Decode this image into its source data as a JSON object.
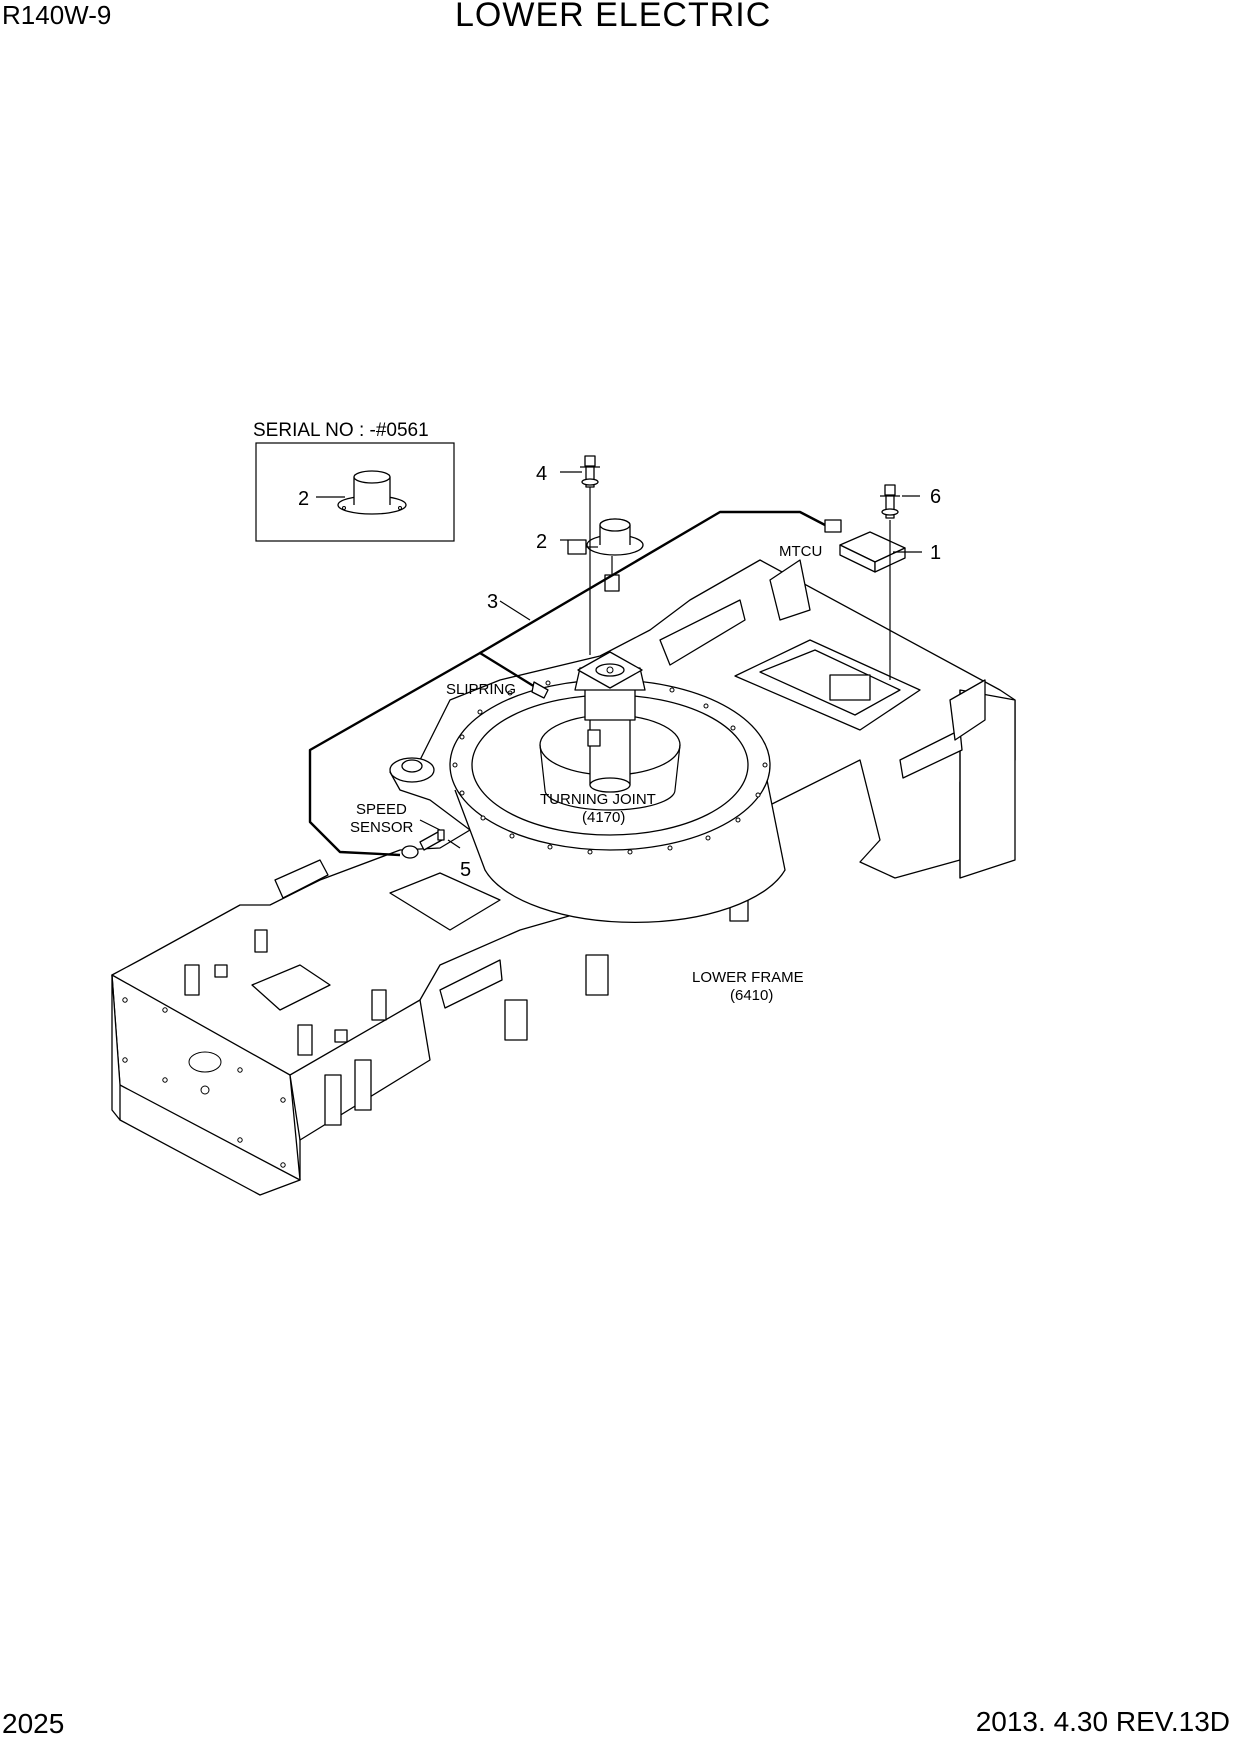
{
  "header": {
    "model": "R140W-9",
    "title": "LOWER ELECTRIC"
  },
  "footer": {
    "page_number": "2025",
    "revision": "2013. 4.30  REV.13D"
  },
  "inset": {
    "serial_label": "SERIAL NO : -#0561",
    "callout": "2"
  },
  "callouts": {
    "mtcu_num": "1",
    "slipring_num": "2",
    "harness_num": "3",
    "bolt_left_num": "4",
    "speed_sensor_num": "5",
    "bolt_right_num": "6"
  },
  "labels": {
    "mtcu": "MTCU",
    "slipring": "SLIPRING",
    "speed_sensor_line1": "SPEED",
    "speed_sensor_line2": "SENSOR",
    "turning_joint": "TURNING JOINT",
    "turning_joint_ref": "(4170)",
    "lower_frame": "LOWER FRAME",
    "lower_frame_ref": "(6410)"
  }
}
